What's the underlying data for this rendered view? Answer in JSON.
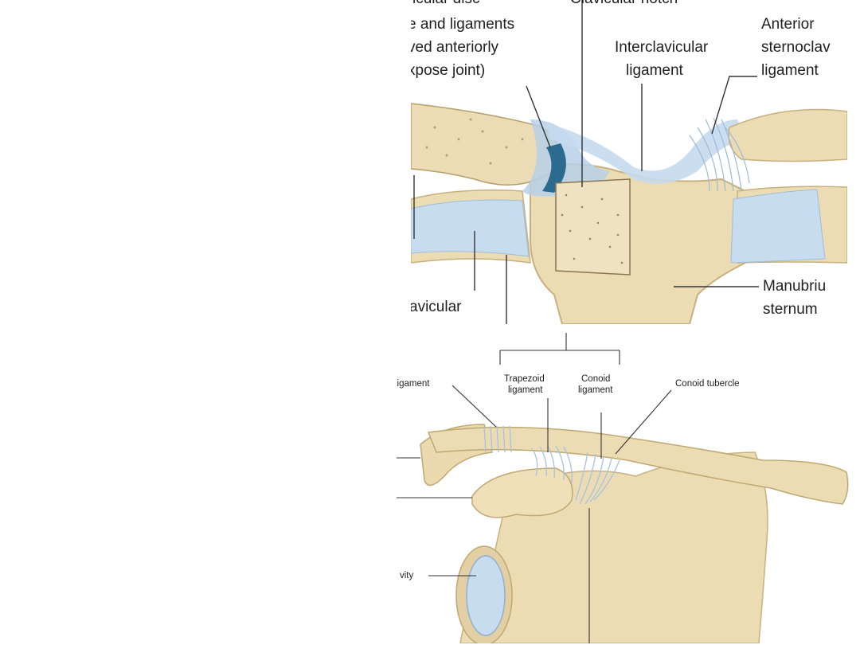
{
  "top_labels": {
    "partial_top_line": "icular disc",
    "articular_line1": "e and ligaments",
    "articular_line2": "ved anteriorly",
    "articular_line3": "xpose joint)",
    "partial_top_right": "Clavicular notch",
    "interclavicular_line1": "Interclavicular",
    "interclavicular_line2": "ligament",
    "anterior_line1": "Anterior",
    "anterior_line2": "sternoclav",
    "anterior_line3": "ligament",
    "manubrium_line1": "Manubriu",
    "manubrium_line2": "sternum",
    "avicular": "avicular"
  },
  "bottom_labels": {
    "ligament_left": "ligament",
    "trapezoid_line1": "Trapezoid",
    "trapezoid_line2": "ligament",
    "conoid_line1": "Conoid",
    "conoid_line2": "ligament",
    "conoid_tubercle": "Conoid tubercle",
    "glenoid_partial": "vity"
  },
  "colors": {
    "bone": "#ecdcb4",
    "bone_shade": "#d6c08e",
    "ligament": "#b7d0e8",
    "ligament_dark": "#2d6a8f",
    "cartilage": "#c8dcef",
    "line": "#333333"
  }
}
